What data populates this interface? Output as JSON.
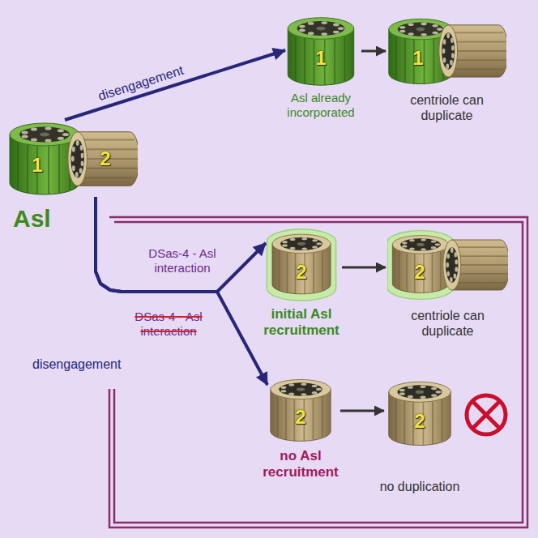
{
  "diagram": {
    "nodes": [
      {
        "text": [
          "Asl"
        ]
      },
      {
        "text": [
          "1"
        ],
        "in": 0
      },
      {
        "text": [
          "2"
        ],
        "in": 0
      },
      {
        "text": [
          "1",
          "Asl already incorporated"
        ]
      },
      {
        "text": [
          "1",
          "centriole can duplicate"
        ]
      },
      {
        "text": [
          "2",
          "initial Asl recruitment"
        ]
      },
      {
        "text": [
          "2",
          "centriole can duplicate"
        ]
      },
      {
        "text": [
          "2",
          "no Asl recruitment"
        ]
      },
      {
        "text": [
          "2",
          "no duplication"
        ]
      }
    ],
    "edges": [
      {
        "from": 0,
        "to": 3,
        "arrow": "to",
        "label": "disengagement"
      },
      {
        "from": 3,
        "to": 4,
        "arrow": "to"
      },
      {
        "from": 0,
        "to": 5,
        "arrow": "to",
        "label": "DSas-4 - Asl interaction"
      },
      {
        "from": 0,
        "to": 7,
        "arrow": "to",
        "label": "DSas-4 - Asl interaction"
      },
      {
        "from": 5,
        "to": 6,
        "arrow": "to"
      },
      {
        "from": 7,
        "to": 8,
        "arrow": "to"
      }
    ],
    "labels": [
      "disengagement"
    ]
  }
}
